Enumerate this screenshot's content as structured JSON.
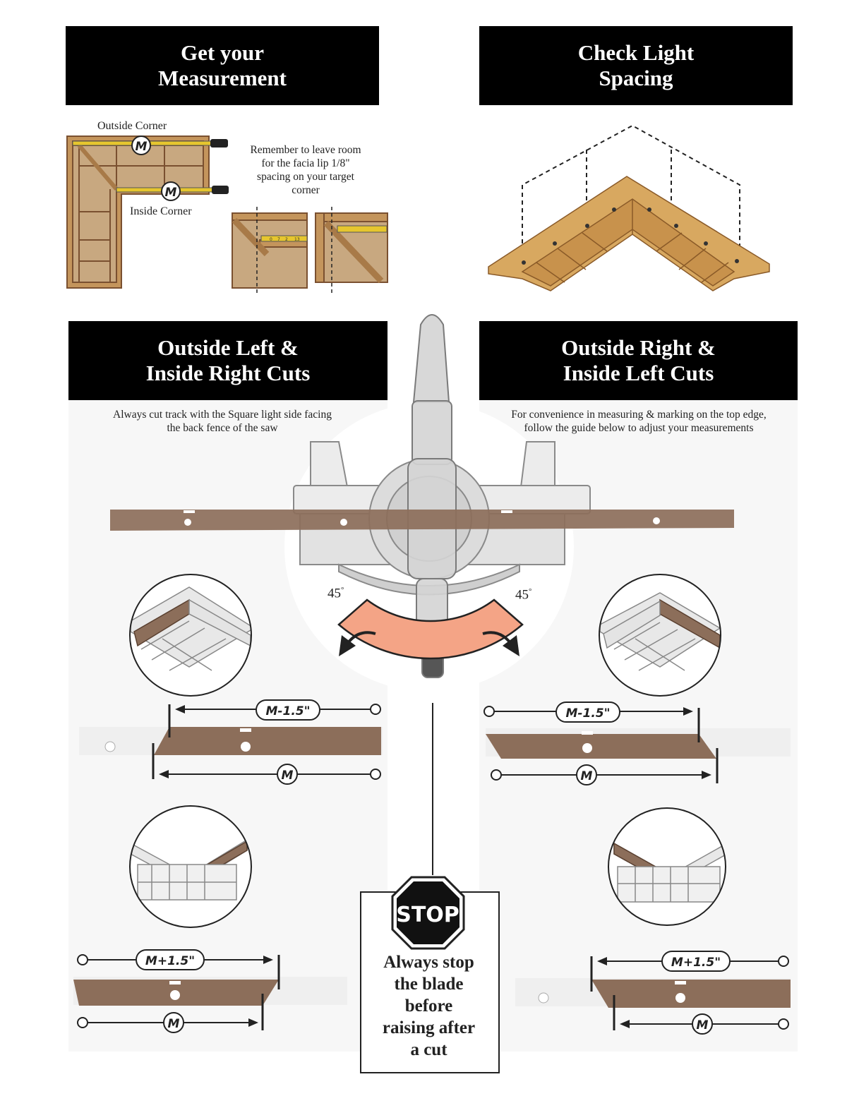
{
  "headers": {
    "measure": "Get your\nMeasurement",
    "spacing": "Check Light\nSpacing",
    "left_cuts": "Outside Left &\nInside Right Cuts",
    "right_cuts": "Outside Right &\nInside Left Cuts"
  },
  "measure": {
    "outside_corner": "Outside Corner",
    "inside_corner": "Inside Corner",
    "marker": "M",
    "note": "Remember to leave room\nfor the facia lip 1/8\"\nspacing on your target\ncorner",
    "tape_ticks": [
      "0",
      "7",
      "2",
      "13"
    ]
  },
  "left_caption": "Always cut track with the Square light side facing\nthe back fence of the saw",
  "right_caption": "For convenience in measuring & marking on the top edge,\nfollow the guide below to adjust your measurements",
  "angles": {
    "left": "45",
    "right": "45",
    "degree": "°"
  },
  "dims": {
    "minus": "M-1.5\"",
    "plus": "M+1.5\"",
    "m": "M"
  },
  "stop": {
    "sign": "STOP",
    "text": "Always stop\nthe blade\nbefore\nraising after\na cut"
  },
  "colors": {
    "track": "#8c6e5a",
    "wood": "#c89a62",
    "arc": "#f4a486",
    "header_bg": "#000000"
  }
}
